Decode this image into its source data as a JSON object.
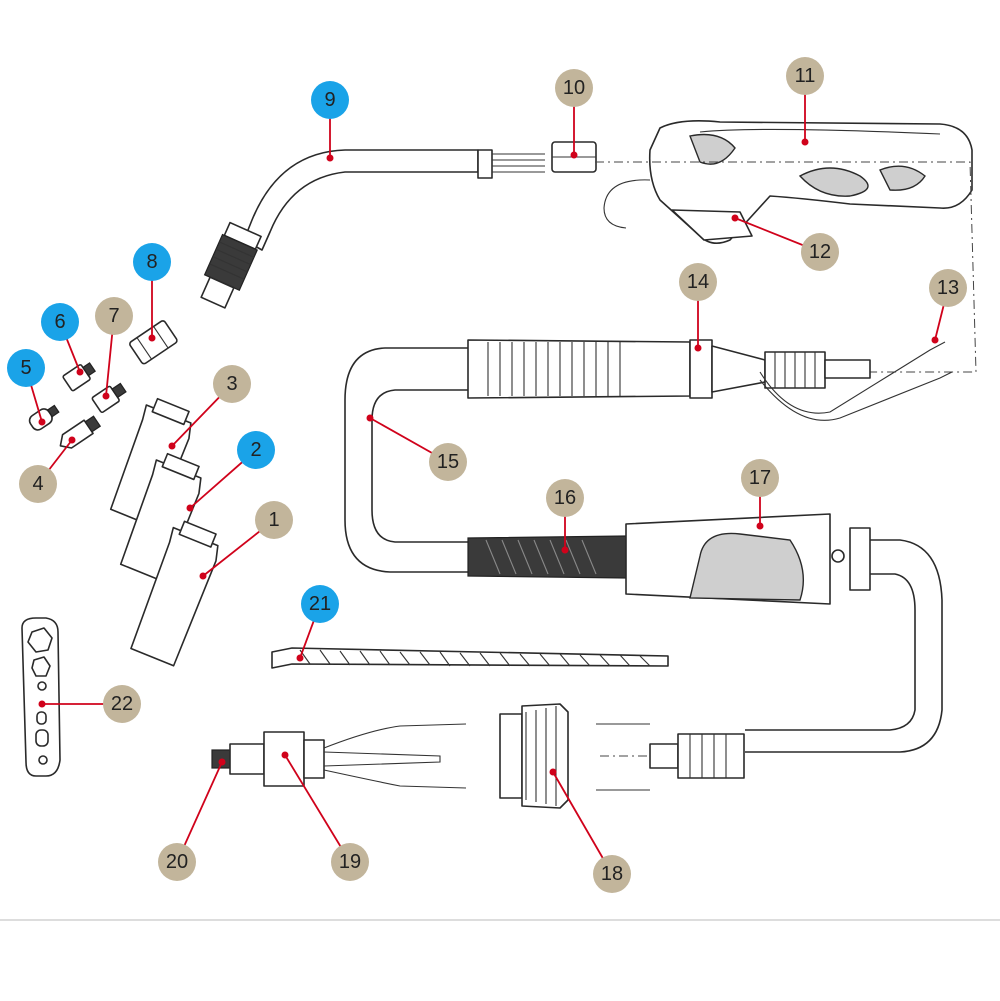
{
  "colors": {
    "callout_blue": "#1aa3e8",
    "callout_tan": "#c2b59b",
    "leader_red": "#d0021b",
    "line": "#2a2a2a"
  },
  "callouts": [
    {
      "id": "1",
      "label": "1",
      "color": "tan"
    },
    {
      "id": "2",
      "label": "2",
      "color": "blue"
    },
    {
      "id": "3",
      "label": "3",
      "color": "tan"
    },
    {
      "id": "4",
      "label": "4",
      "color": "tan"
    },
    {
      "id": "5",
      "label": "5",
      "color": "blue"
    },
    {
      "id": "6",
      "label": "6",
      "color": "blue"
    },
    {
      "id": "7",
      "label": "7",
      "color": "tan"
    },
    {
      "id": "8",
      "label": "8",
      "color": "blue"
    },
    {
      "id": "9",
      "label": "9",
      "color": "blue"
    },
    {
      "id": "10",
      "label": "10",
      "color": "tan"
    },
    {
      "id": "11",
      "label": "11",
      "color": "tan"
    },
    {
      "id": "12",
      "label": "12",
      "color": "tan"
    },
    {
      "id": "13",
      "label": "13",
      "color": "tan"
    },
    {
      "id": "14",
      "label": "14",
      "color": "tan"
    },
    {
      "id": "15",
      "label": "15",
      "color": "tan"
    },
    {
      "id": "16",
      "label": "16",
      "color": "tan"
    },
    {
      "id": "17",
      "label": "17",
      "color": "tan"
    },
    {
      "id": "18",
      "label": "18",
      "color": "tan"
    },
    {
      "id": "19",
      "label": "19",
      "color": "tan"
    },
    {
      "id": "20",
      "label": "20",
      "color": "tan"
    },
    {
      "id": "21",
      "label": "21",
      "color": "blue"
    },
    {
      "id": "22",
      "label": "22",
      "color": "tan"
    }
  ]
}
